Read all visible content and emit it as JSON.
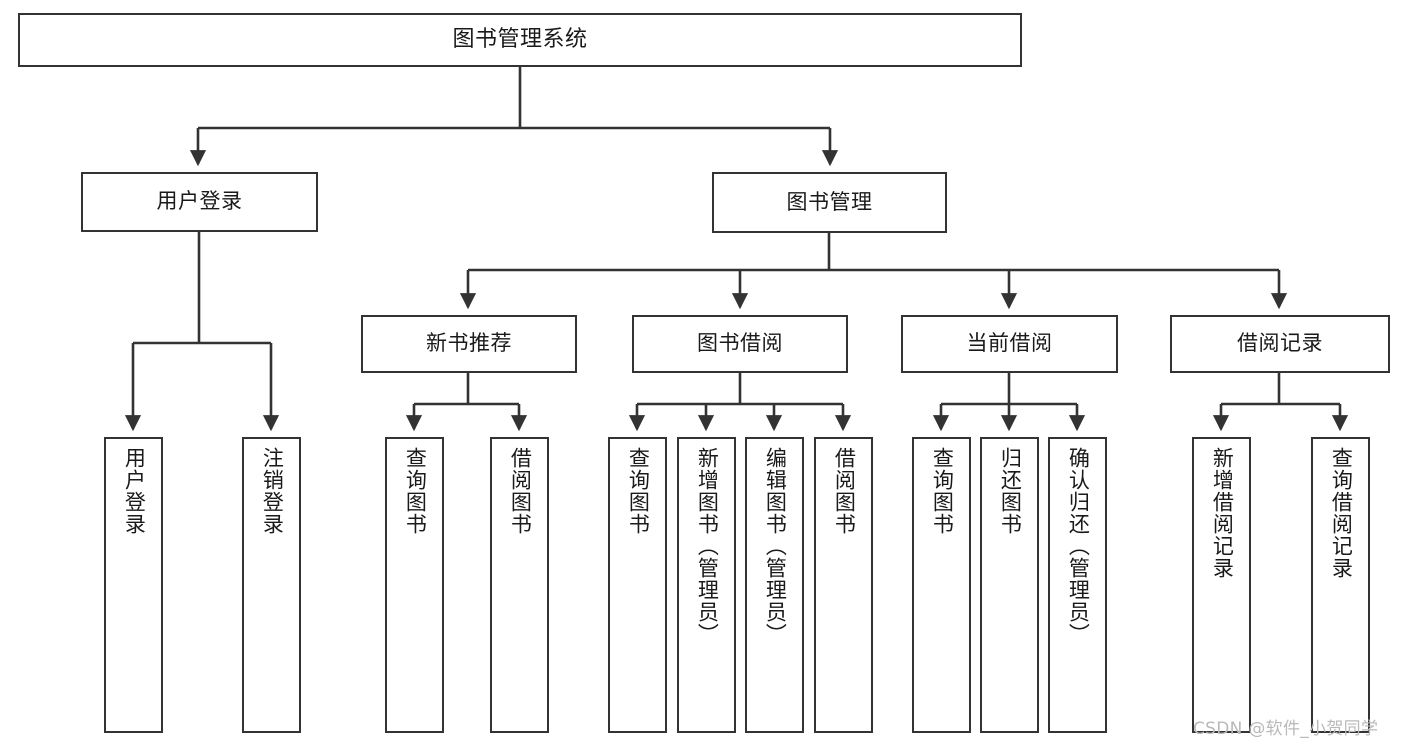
{
  "diagram": {
    "title": "图书管理系统",
    "type": "tree-hierarchy",
    "root": {
      "id": "root",
      "label": "图书管理系统"
    },
    "level1": [
      {
        "id": "user-login",
        "label": "用户登录"
      },
      {
        "id": "book-management",
        "label": "图书管理"
      }
    ],
    "level2": [
      {
        "id": "new-book-recommend",
        "label": "新书推荐",
        "parent": "book-management"
      },
      {
        "id": "book-borrow",
        "label": "图书借阅",
        "parent": "book-management"
      },
      {
        "id": "current-borrow",
        "label": "当前借阅",
        "parent": "book-management"
      },
      {
        "id": "borrow-record",
        "label": "借阅记录",
        "parent": "book-management"
      }
    ],
    "leaves": {
      "user_login": [
        {
          "id": "leaf-user-login",
          "label": "用户登录"
        },
        {
          "id": "leaf-user-logout",
          "label": "注销登录"
        }
      ],
      "new_book_recommend": [
        {
          "id": "leaf-query-book-1",
          "label": "查询图书"
        },
        {
          "id": "leaf-borrow-book-1",
          "label": "借阅图书"
        }
      ],
      "book_borrow": [
        {
          "id": "leaf-query-book-2",
          "label": "查询图书"
        },
        {
          "id": "leaf-add-book",
          "label": "新增图书（管理员）"
        },
        {
          "id": "leaf-edit-book",
          "label": "编辑图书（管理员）"
        },
        {
          "id": "leaf-borrow-book-2",
          "label": "借阅图书"
        }
      ],
      "current_borrow": [
        {
          "id": "leaf-query-book-3",
          "label": "查询图书"
        },
        {
          "id": "leaf-return-book",
          "label": "归还图书"
        },
        {
          "id": "leaf-confirm-return",
          "label": "确认归还（管理员）"
        }
      ],
      "borrow_record": [
        {
          "id": "leaf-add-record",
          "label": "新增借阅记录"
        },
        {
          "id": "leaf-query-record",
          "label": "查询借阅记录"
        }
      ]
    }
  },
  "watermark": {
    "text": "CSDN @软件_小贺同学"
  },
  "colors": {
    "border": "#333333",
    "background": "#ffffff",
    "text": "#1a1a1a",
    "connector": "#333333",
    "watermark": "#b9b9b9"
  }
}
